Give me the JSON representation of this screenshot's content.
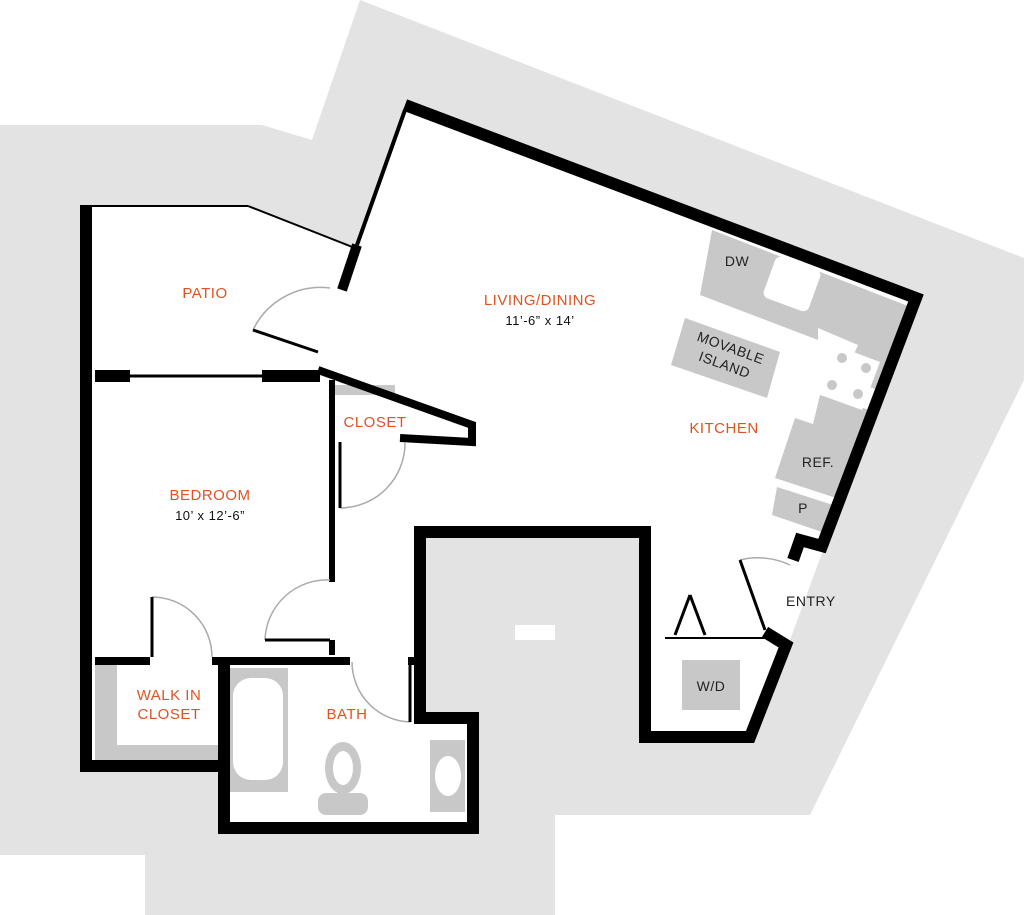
{
  "colors": {
    "label": "#e0521f",
    "background": "#e3e3e3",
    "fixture": "#c8c8c8",
    "wall": "#000000"
  },
  "rooms": {
    "patio": "PATIO",
    "living": "LIVING/DINING",
    "living_dim": "11’-6” x 14’",
    "kitchen": "KITCHEN",
    "closet": "CLOSET",
    "bedroom": "BEDROOM",
    "bedroom_dim": "10’ x 12’-6”",
    "walkin_1": "WALK IN",
    "walkin_2": "CLOSET",
    "bath": "BATH"
  },
  "fixtures": {
    "dw": "DW",
    "island_1": "MOVABLE",
    "island_2": "ISLAND",
    "ref": "REF.",
    "pantry": "P",
    "wd": "W/D",
    "entry": "ENTRY"
  }
}
